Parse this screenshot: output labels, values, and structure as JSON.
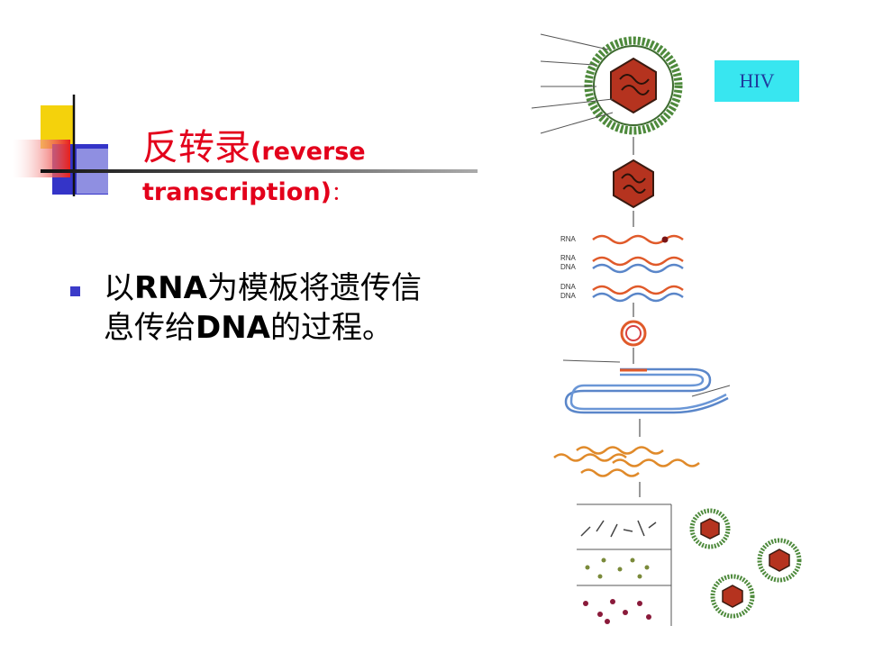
{
  "title": {
    "chinese": "反转录",
    "english_1": "(reverse",
    "english_2": "transcription)",
    "colon": "："
  },
  "bullet": {
    "part1": "以",
    "rna": "RNA",
    "part2": "为模板将遗传信息传给",
    "dna": "DNA",
    "part3": "的过程。"
  },
  "diagram": {
    "badge": "HIV",
    "labels": {
      "rna": "RNA",
      "hybrid_top": "RNA",
      "hybrid_bottom": "DNA",
      "ds_top": "DNA",
      "ds_bottom": "DNA"
    }
  },
  "colors": {
    "title": "#e3001b",
    "bullet": "#3b3bc9",
    "badge_bg": "#38e6f0",
    "virus_shell": "#4e8a3c",
    "core": "#b5331f",
    "rna_strand": "#e05a2a",
    "dna_strand": "#5a86c9"
  }
}
